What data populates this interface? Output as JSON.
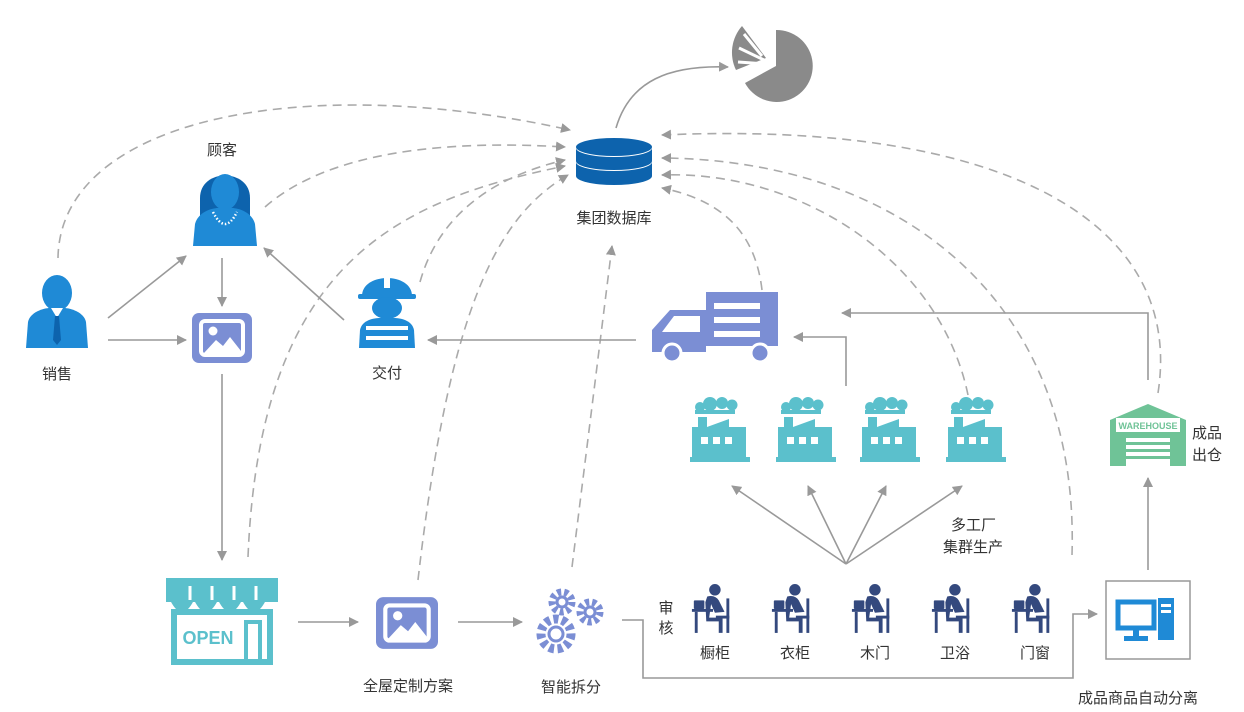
{
  "colors": {
    "blue": "#1f8ad6",
    "navy": "#0d63ad",
    "periwinkle": "#7b8ed4",
    "worker_navy": "#34497e",
    "teal": "#5bc0cc",
    "green": "#6fc397",
    "pie": "#8a8a8a",
    "line": "#999999"
  },
  "nodes": {
    "database": {
      "label": "集团数据库",
      "icon": "database-icon"
    },
    "chart": {
      "icon": "pie-chart-icon"
    },
    "customer": {
      "label": "顾客",
      "icon": "customer-icon"
    },
    "sales": {
      "label": "销售",
      "icon": "salesperson-icon"
    },
    "delivery": {
      "label": "交付",
      "icon": "construction-worker-icon"
    },
    "design_image": {
      "icon": "image-icon"
    },
    "truck": {
      "icon": "truck-icon"
    },
    "store": {
      "icon": "store-icon",
      "sign": "OPEN"
    },
    "plan": {
      "label": "全屋定制方案",
      "icon": "image-icon"
    },
    "split": {
      "label": "智能拆分",
      "icon": "gears-icon"
    },
    "review": {
      "label": "审核"
    },
    "factories": {
      "label_line1": "多工厂",
      "label_line2": "集群生产",
      "icon": "factory-icon"
    },
    "warehouse": {
      "label_line1": "成品",
      "label_line2": "出仓",
      "sign": "WAREHOUSE",
      "icon": "warehouse-icon"
    },
    "sorting": {
      "label": "成品商品自动分离",
      "icon": "computer-icon"
    }
  },
  "workers": [
    {
      "label": "橱柜"
    },
    {
      "label": "衣柜"
    },
    {
      "label": "木门"
    },
    {
      "label": "卫浴"
    },
    {
      "label": "门窗"
    }
  ]
}
